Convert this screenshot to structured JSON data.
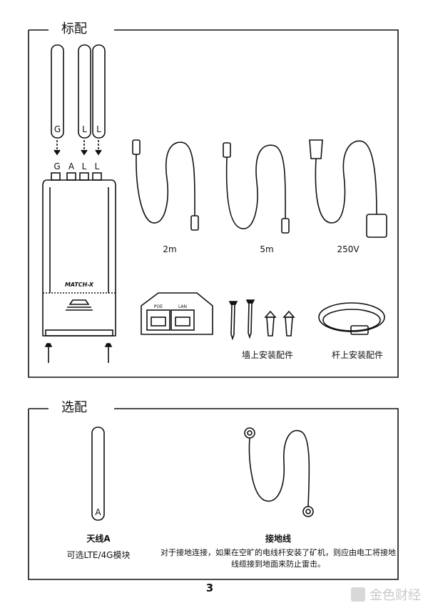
{
  "standard": {
    "title": "标配",
    "antenna_letters": [
      "G",
      "L",
      "L"
    ],
    "port_letters": [
      "G",
      "A",
      "L",
      "L"
    ],
    "device_logo": "MATCH-X",
    "cable_labels": [
      "2m",
      "5m",
      "250V"
    ],
    "poe_labels": [
      "POE",
      "LAN"
    ],
    "wall_mount_label": "墙上安装配件",
    "pole_mount_label": "杆上安装配件"
  },
  "optional": {
    "title": "选配",
    "antenna_letter": "A",
    "antenna_name": "天线A",
    "antenna_desc": "可选LTE/4G模块",
    "ground_name": "接地线",
    "ground_desc": "对于接地连接，如果在空旷的电线杆安装了矿机，则应由电工将接地线缆接到地面来防止雷击。"
  },
  "page_number": "3",
  "watermark": "金色财经"
}
